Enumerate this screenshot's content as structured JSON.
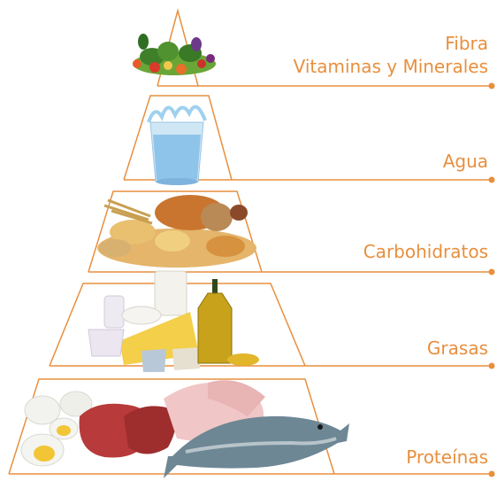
{
  "accent_color": "#e88f3e",
  "tiers": [
    {
      "id": "tier-1",
      "lines": [
        "Fibra",
        "Vitaminas y Minerales"
      ],
      "image": "vegetables-icon"
    },
    {
      "id": "tier-2",
      "lines": [
        "Agua"
      ],
      "image": "water-glass-icon"
    },
    {
      "id": "tier-3",
      "lines": [
        "Carbohidratos"
      ],
      "image": "bread-grains-icon"
    },
    {
      "id": "tier-4",
      "lines": [
        "Grasas"
      ],
      "image": "dairy-oil-icon"
    },
    {
      "id": "tier-5",
      "lines": [
        "Proteínas"
      ],
      "image": "meat-fish-eggs-icon"
    }
  ]
}
